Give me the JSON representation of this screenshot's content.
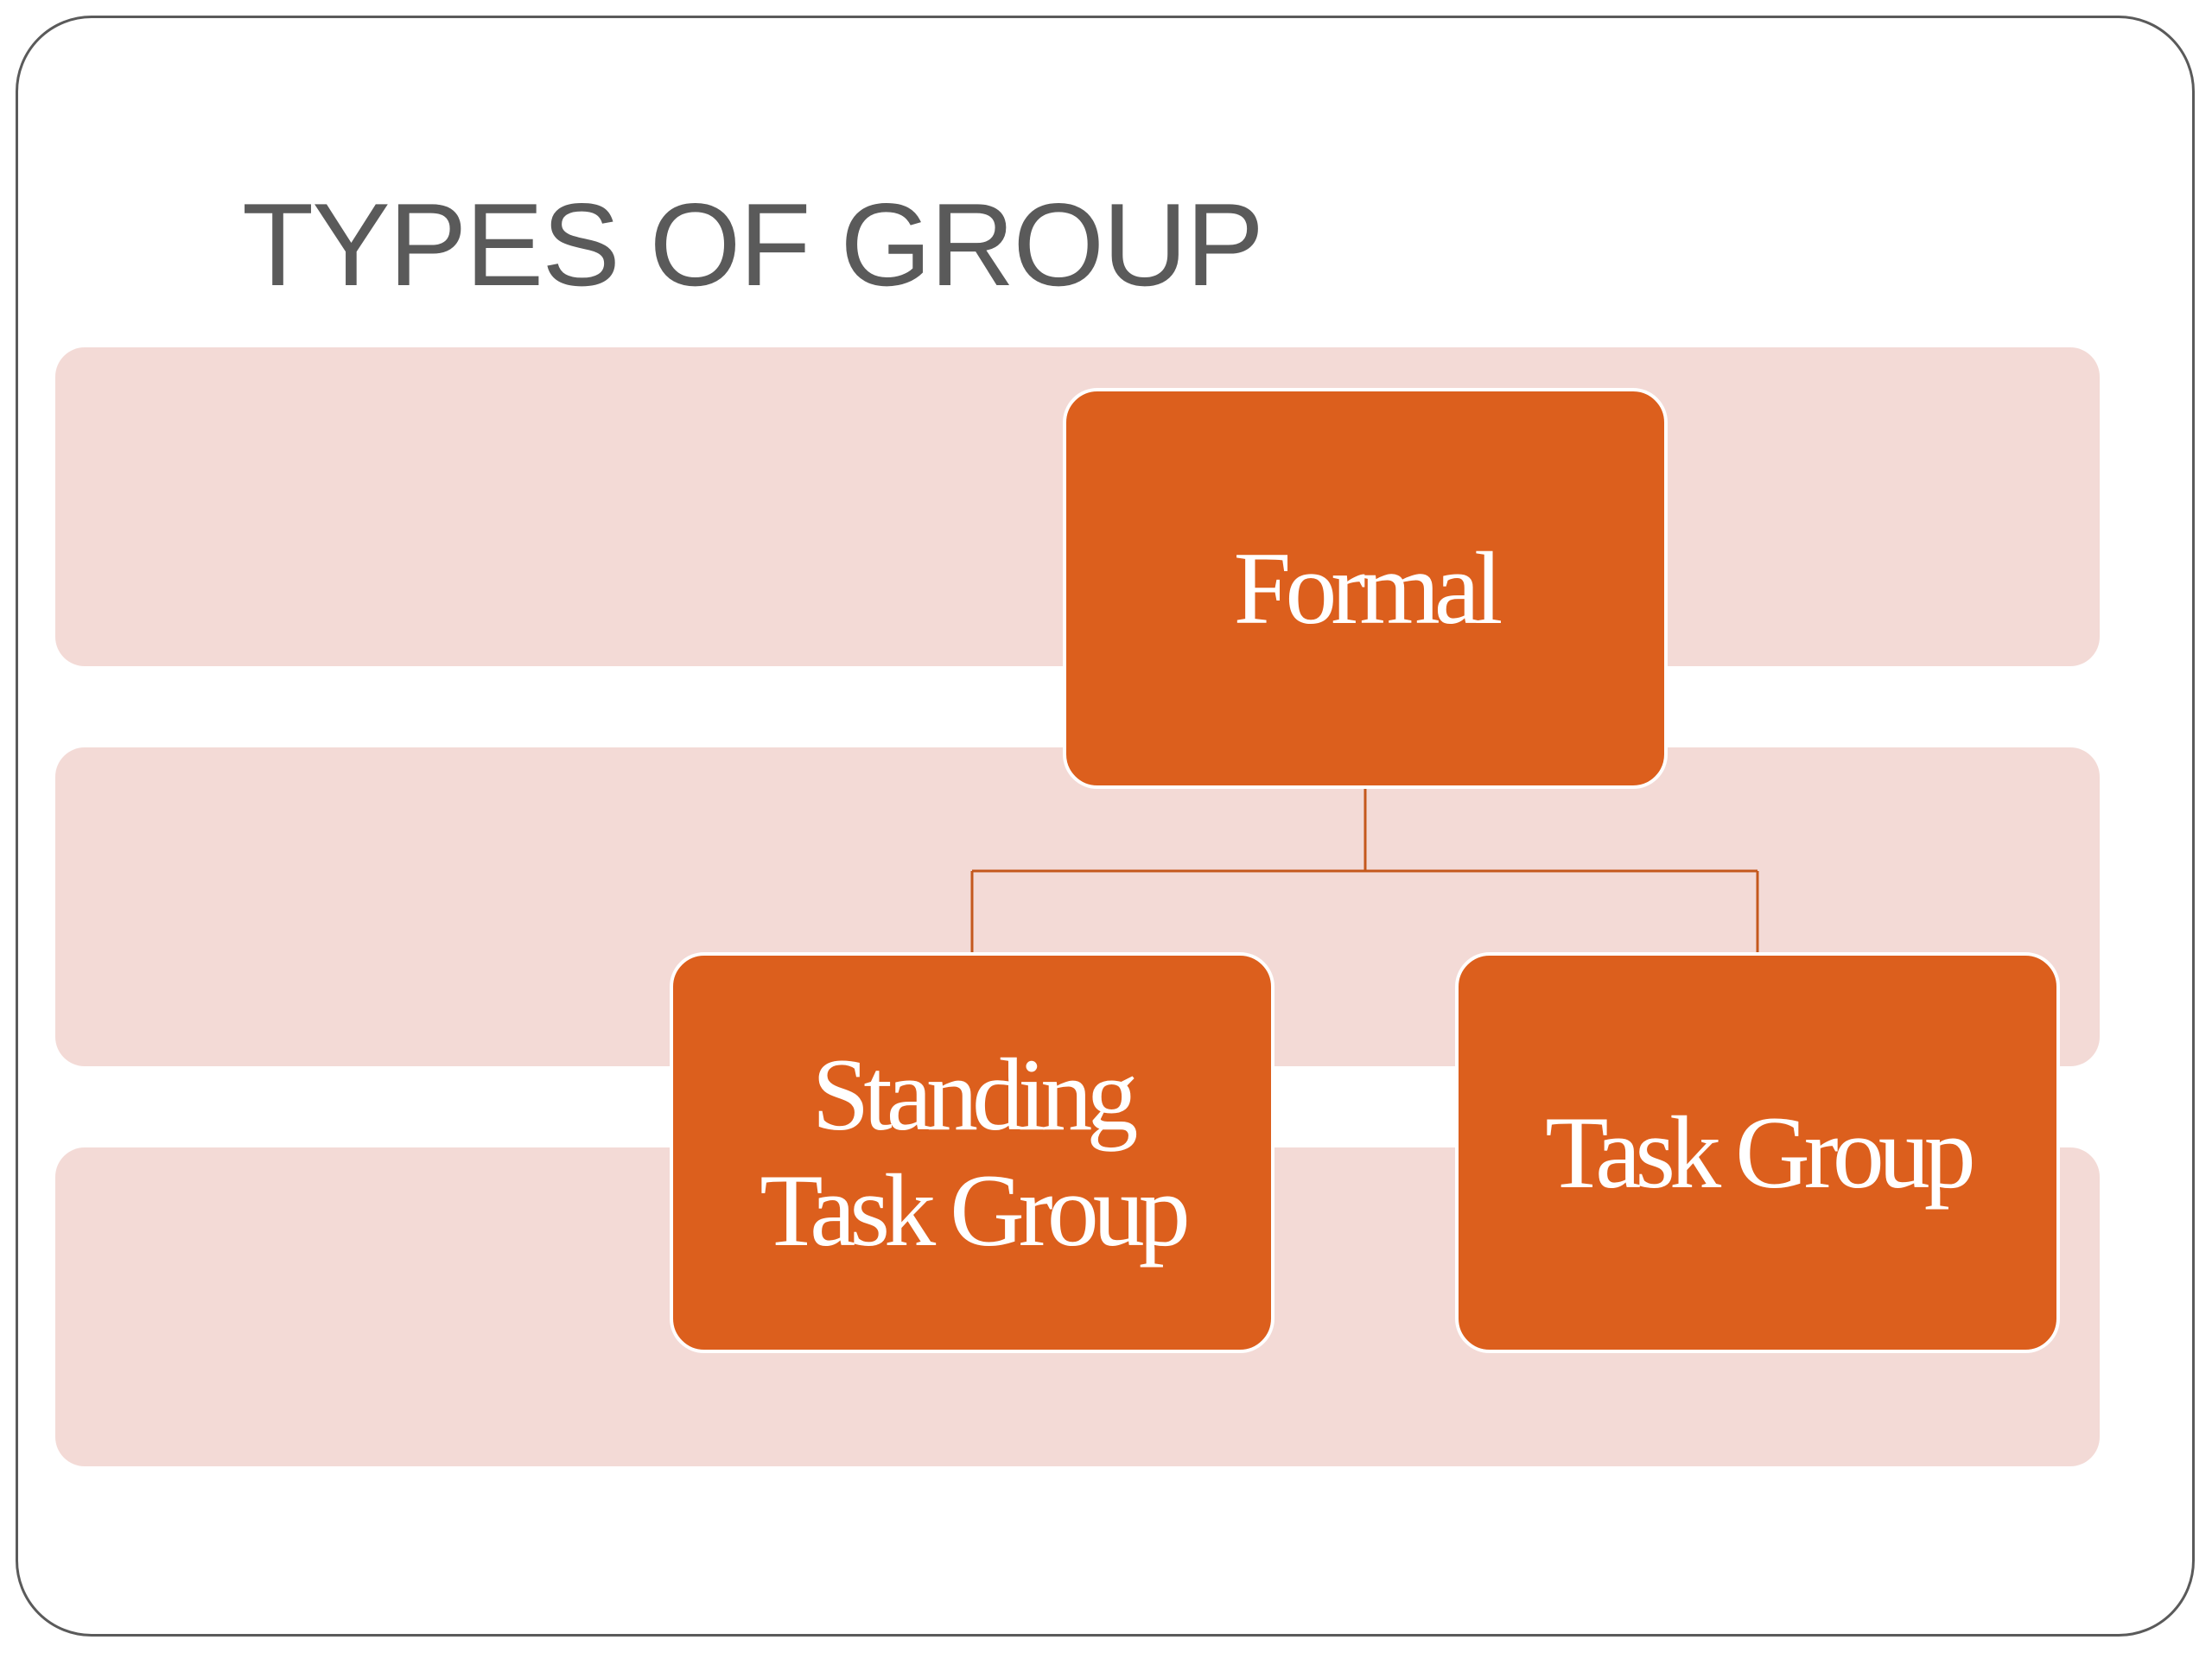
{
  "slide": {
    "title": "TYPES OF GROUP"
  },
  "colors": {
    "node_fill": "#dc5f1d",
    "band_fill": "#f3dad6",
    "connector": "#c4581d",
    "title_text": "#5a5a5a"
  },
  "diagram": {
    "type": "hierarchy",
    "root": {
      "label": "Formal",
      "children": [
        {
          "label": "Standing\nTask Group"
        },
        {
          "label": "Task Group"
        }
      ]
    }
  }
}
